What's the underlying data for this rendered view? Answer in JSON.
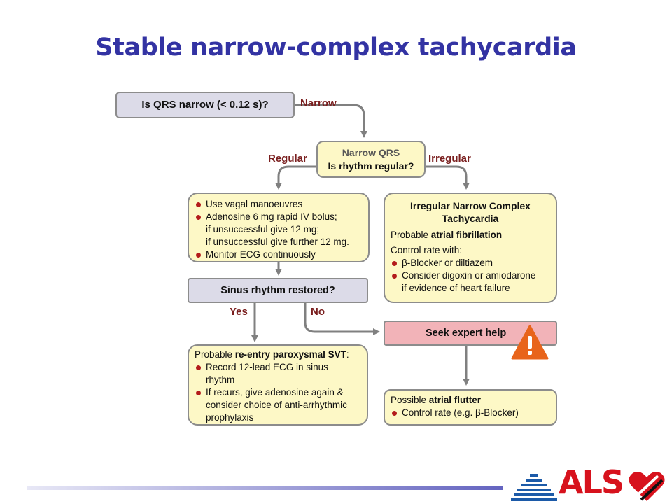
{
  "title": "Stable narrow-complex tachycardia",
  "flow": {
    "q1": "Is QRS narrow (< 0.12 s)?",
    "edge_narrow": "Narrow",
    "q2_line1": "Narrow QRS",
    "q2_line2": "Is rhythm regular?",
    "edge_regular": "Regular",
    "edge_irregular": "Irregular",
    "regular_box": {
      "bullet1": "Use vagal manoeuvres",
      "bullet2": "Adenosine 6 mg rapid IV bolus;",
      "line3": "if unsuccessful give 12 mg;",
      "line4": "if unsuccessful give further 12 mg.",
      "bullet5": "Monitor ECG continuously"
    },
    "irregular_box": {
      "heading1": "Irregular Narrow Complex",
      "heading2": "Tachycardia",
      "probable_prefix": "Probable ",
      "probable_bold": "atrial fibrillation",
      "control": "Control rate with:",
      "bullet1": "β-Blocker or diltiazem",
      "bullet2": "Consider digoxin or amiodarone",
      "line3": "if evidence of heart failure"
    },
    "sinus_q": "Sinus rhythm restored?",
    "edge_yes": "Yes",
    "edge_no": "No",
    "svt_box": {
      "probable_prefix": "Probable ",
      "probable_bold": "re-entry paroxysmal SVT",
      "probable_suffix": ":",
      "bullet1_a": "Record 12-lead ECG in sinus",
      "bullet1_b": "rhythm",
      "bullet2_a": "If recurs, give adenosine again &",
      "bullet2_b": "consider choice of anti-arrhythmic",
      "bullet2_c": "prophylaxis"
    },
    "seek_help": "Seek expert help",
    "flutter_box": {
      "possible_prefix": "Possible ",
      "possible_bold": "atrial flutter",
      "bullet1": "Control rate (e.g. β-Blocker)"
    }
  },
  "logo": {
    "text": "ALS"
  },
  "colors": {
    "title": "#3333a3",
    "edge_label": "#7a1f1f",
    "bullet": "#b31b1b",
    "box_yellow": "#fdf8c6",
    "box_grey": "#dcdbe8",
    "box_pink": "#f2b3b8",
    "warning": "#e8641b",
    "logo_red": "#d7121d",
    "logo_blue": "#1c5aa8"
  }
}
